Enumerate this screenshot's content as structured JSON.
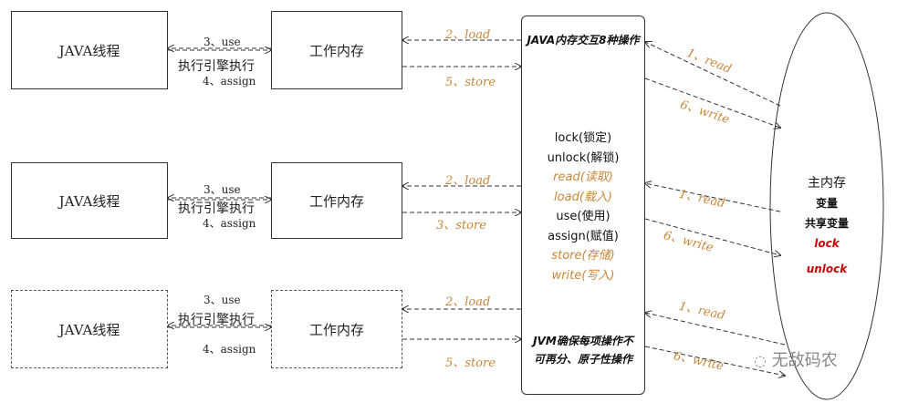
{
  "rows": [
    {
      "thread": "JAVA线程",
      "memory": "工作内存",
      "use": "3、use",
      "engine": "执行引擎执行",
      "assign": "4、assign",
      "load": "2、load",
      "store": "5、store"
    },
    {
      "thread": "JAVA线程",
      "memory": "工作内存",
      "use": "3、use",
      "engine": "执行引擎执行",
      "assign": "4、assign",
      "load": "2、load",
      "store": "3、store"
    },
    {
      "thread": "JAVA线程",
      "memory": "工作内存",
      "use": "3、use",
      "engine": "执行引擎执行",
      "assign": "4、assign",
      "load": "2、load",
      "store": "5、store"
    }
  ],
  "center": {
    "header_top": "JAVA内存交互8种操作",
    "ops": [
      "lock(锁定)",
      "unlock(解锁)",
      "read(读取)",
      "load(载入)",
      "use(使用)",
      "assign(赋值)",
      "store(存储)",
      "write(写入)"
    ],
    "header_bottom": "JVM确保每项操作不可再分、原子性操作"
  },
  "main_memory": {
    "title": "主内存",
    "line1": "变量",
    "line2": "共享变量",
    "lock": "lock",
    "unlock": "unlock"
  },
  "right_labels": [
    {
      "read": "1、read",
      "write": "6、write"
    },
    {
      "read": "1、read",
      "write": "6、write"
    },
    {
      "read": "1、read",
      "write": "6、write"
    }
  ],
  "watermark": "无敌码农"
}
